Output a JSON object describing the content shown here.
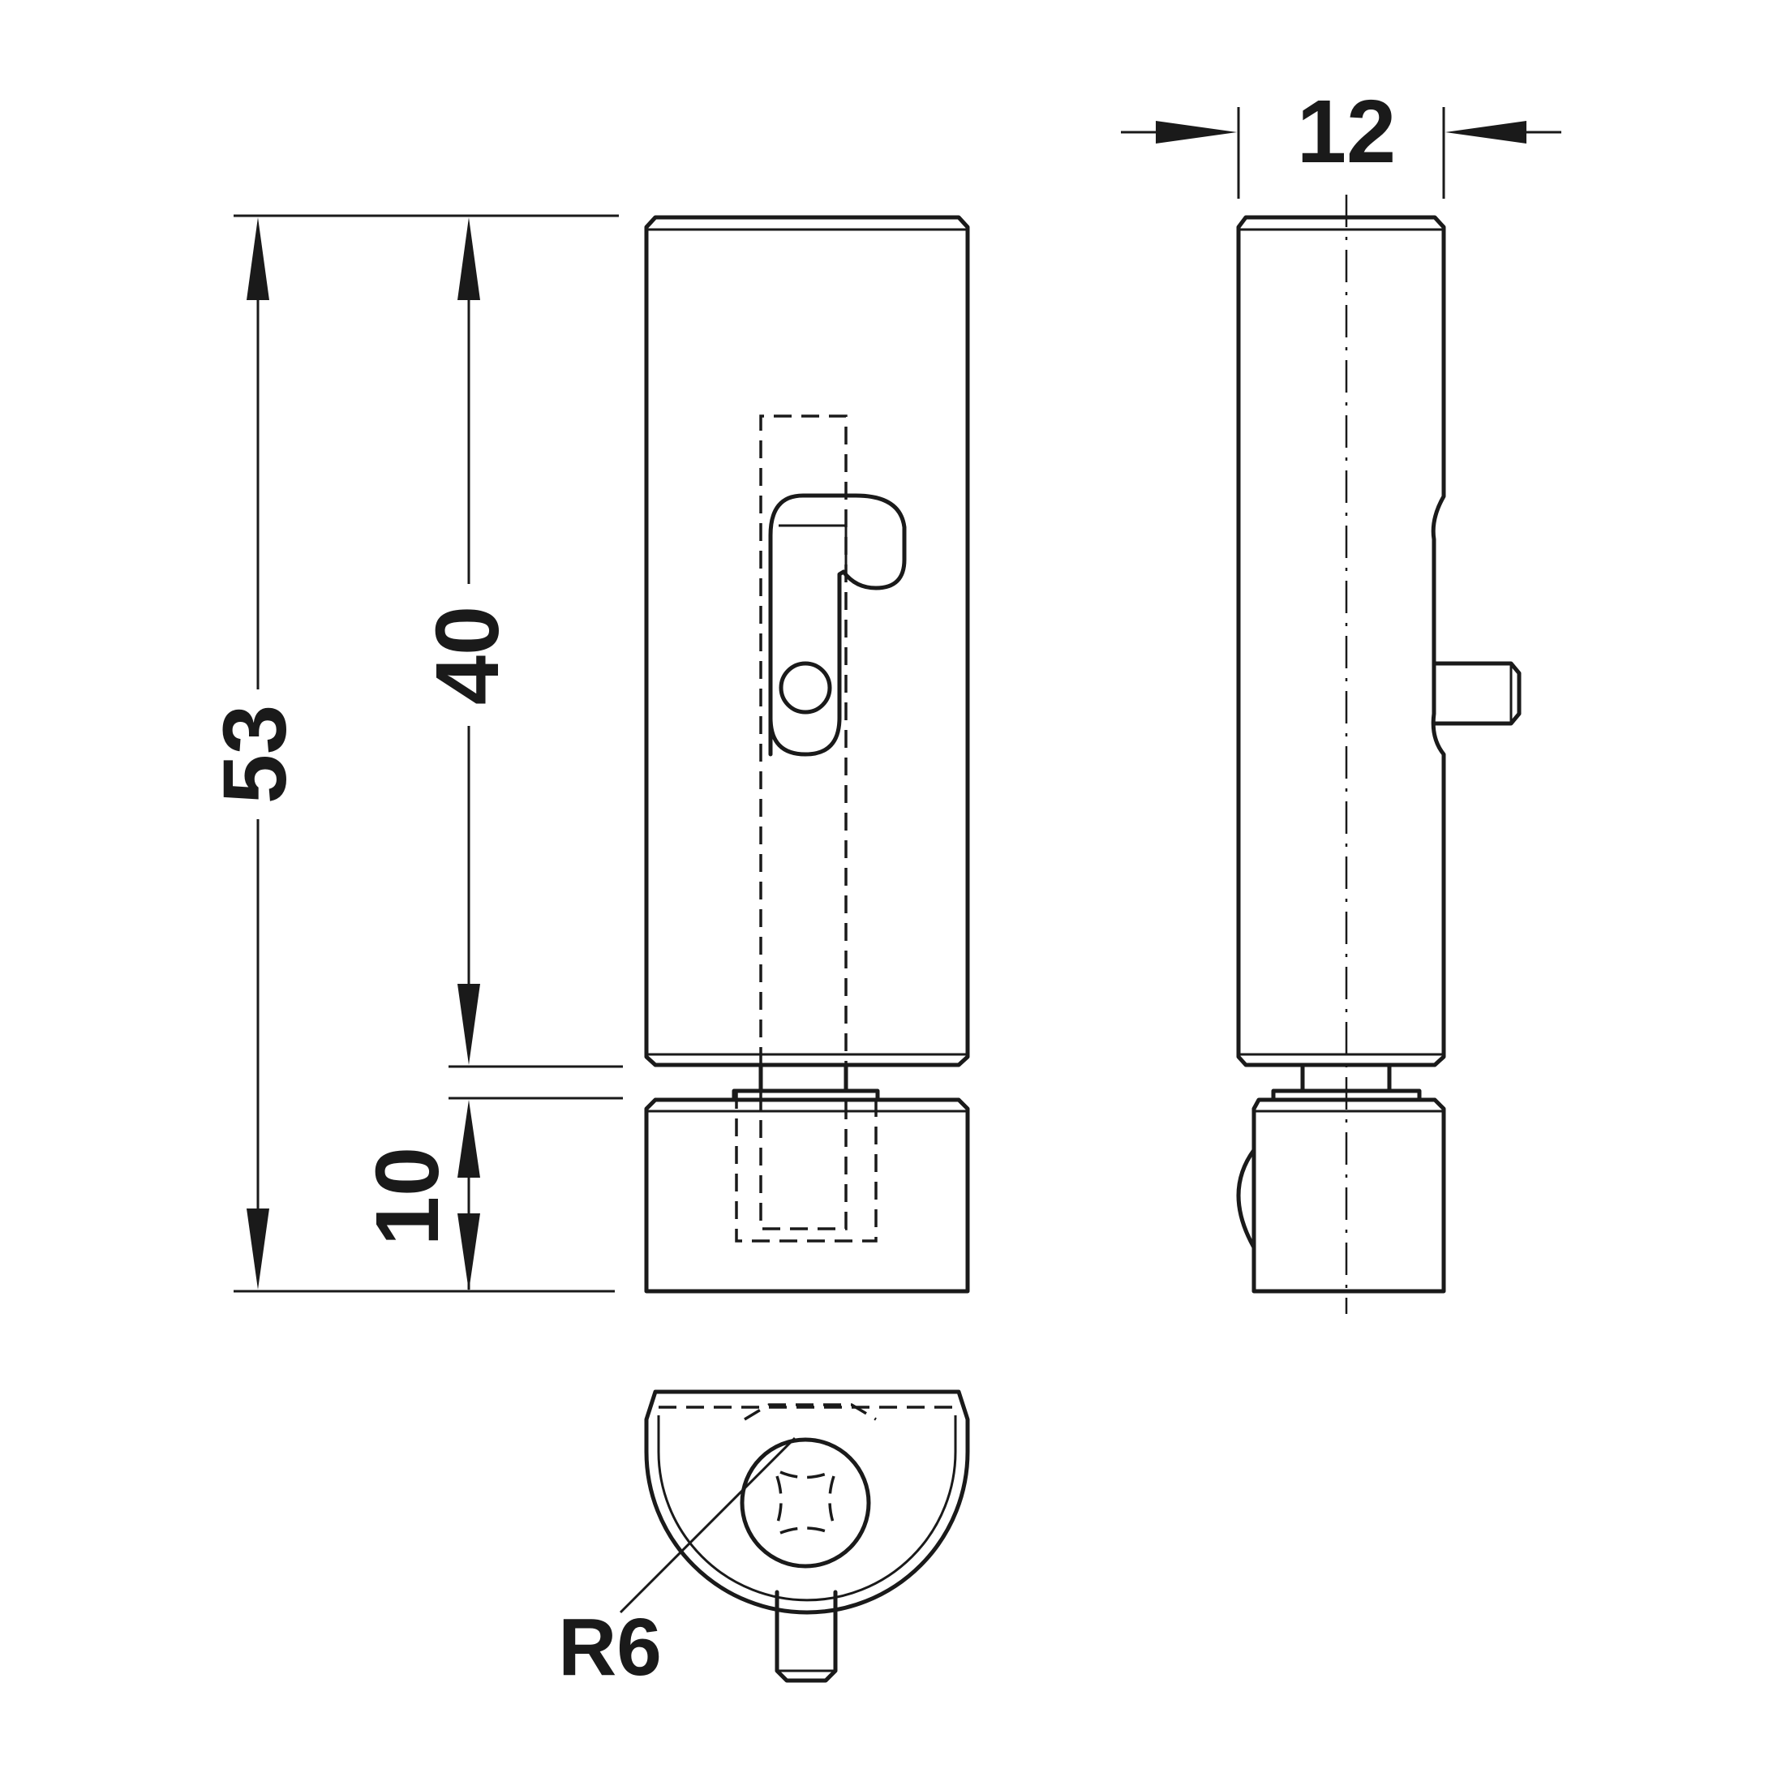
{
  "dimensions": {
    "total_height": "53",
    "body_height": "40",
    "base_height": "10",
    "width": "12",
    "radius": "R6"
  },
  "colors": {
    "line": "#1a1a1a",
    "background": "#ffffff"
  }
}
